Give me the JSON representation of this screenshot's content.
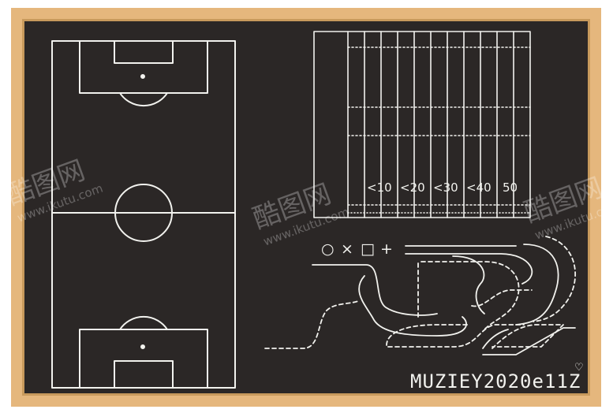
{
  "board": {
    "frame_color": "#e5b77d",
    "surface_color": "#2b2726",
    "chalk_color": "#f2f2ee"
  },
  "football_field": {
    "yard_labels": [
      "<10",
      "<20",
      "<30",
      "<40",
      "50"
    ]
  },
  "symbols": [
    "○",
    "×",
    "□",
    "+"
  ],
  "signature": "MUZIEY2020e11Z",
  "heart": "♡",
  "watermarks": [
    {
      "brand": "酷图网",
      "site": "www.ikutu.com"
    },
    {
      "brand": "酷图网",
      "site": "www.ikutu.com"
    },
    {
      "brand": "酷图网",
      "site": "www.ikutu.com"
    }
  ]
}
